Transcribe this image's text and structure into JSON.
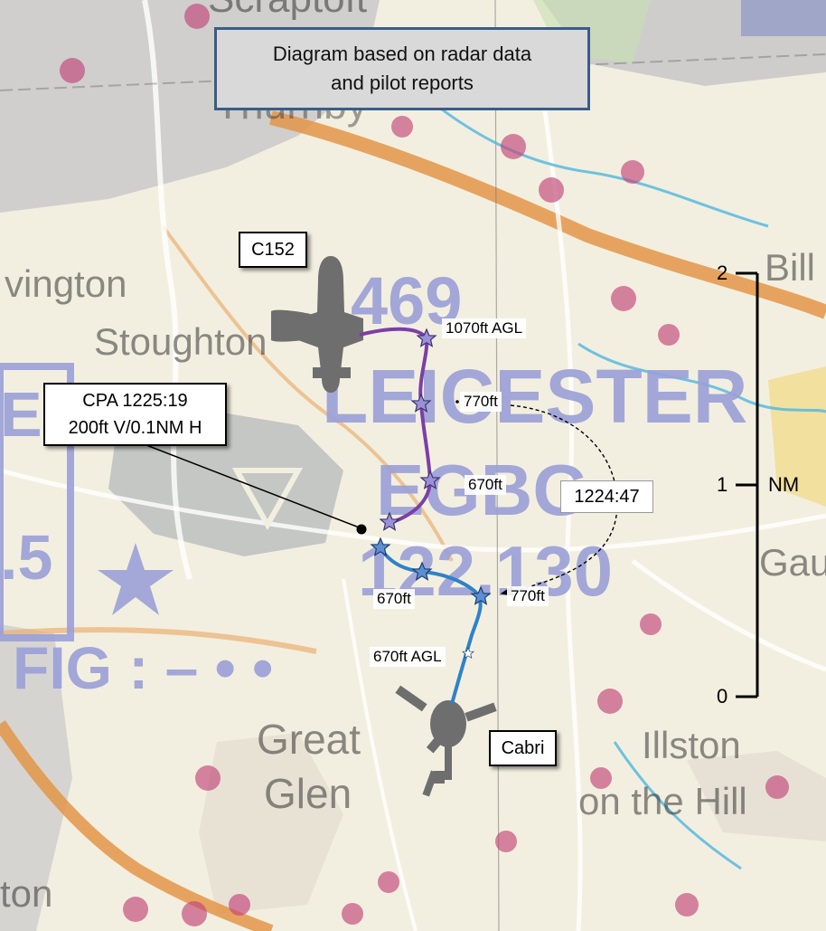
{
  "header": {
    "title_line1": "Diagram based on radar data",
    "title_line2": "and pilot reports"
  },
  "aircraft": {
    "c152_label": "C152",
    "cabri_label": "Cabri"
  },
  "cpa": {
    "line1": "CPA 1225:19",
    "line2": "200ft V/0.1NM H"
  },
  "time_label": "1224:47",
  "c152_track_altitudes": [
    "1070ft AGL",
    "770ft",
    "670ft"
  ],
  "cabri_track_altitudes": [
    "770ft",
    "670ft",
    "670ft AGL"
  ],
  "scale": {
    "top": "2",
    "middle": "1",
    "bottom": "0",
    "unit": "NM"
  },
  "map_labels": {
    "scraptoft": "Scraptoft",
    "thurnby": "Thurnby",
    "evington": "vington",
    "stoughton": "Stoughton",
    "ident": "469",
    "aerodrome": "LEICESTER",
    "icao": "EGBG",
    "frequency": "122.130",
    "fig": "FIG : – • •",
    "great": "Great",
    "glen": "Glen",
    "illston": "Illston",
    "on_the_hill": "on the Hill",
    "billesdon": "Bill",
    "gaulby": "Gaul",
    "bottom_left": "ton",
    "left_e": "E",
    "left_5": ".5"
  },
  "colors": {
    "c152_track": "#7b3fa6",
    "cabri_track": "#2e82c8",
    "title_border": "#3a5c88",
    "map_background": "#f3efe0",
    "airspace_text": "#9aa0d8",
    "hazard_dot": "#c2457a",
    "road": "#e39548",
    "river": "#4cb6e0"
  },
  "icons": {
    "aircraft": "fixed-wing-silhouette-icon",
    "helicopter": "helicopter-silhouette-icon",
    "report_point": "star-icon",
    "cpa_point": "dot-icon"
  }
}
